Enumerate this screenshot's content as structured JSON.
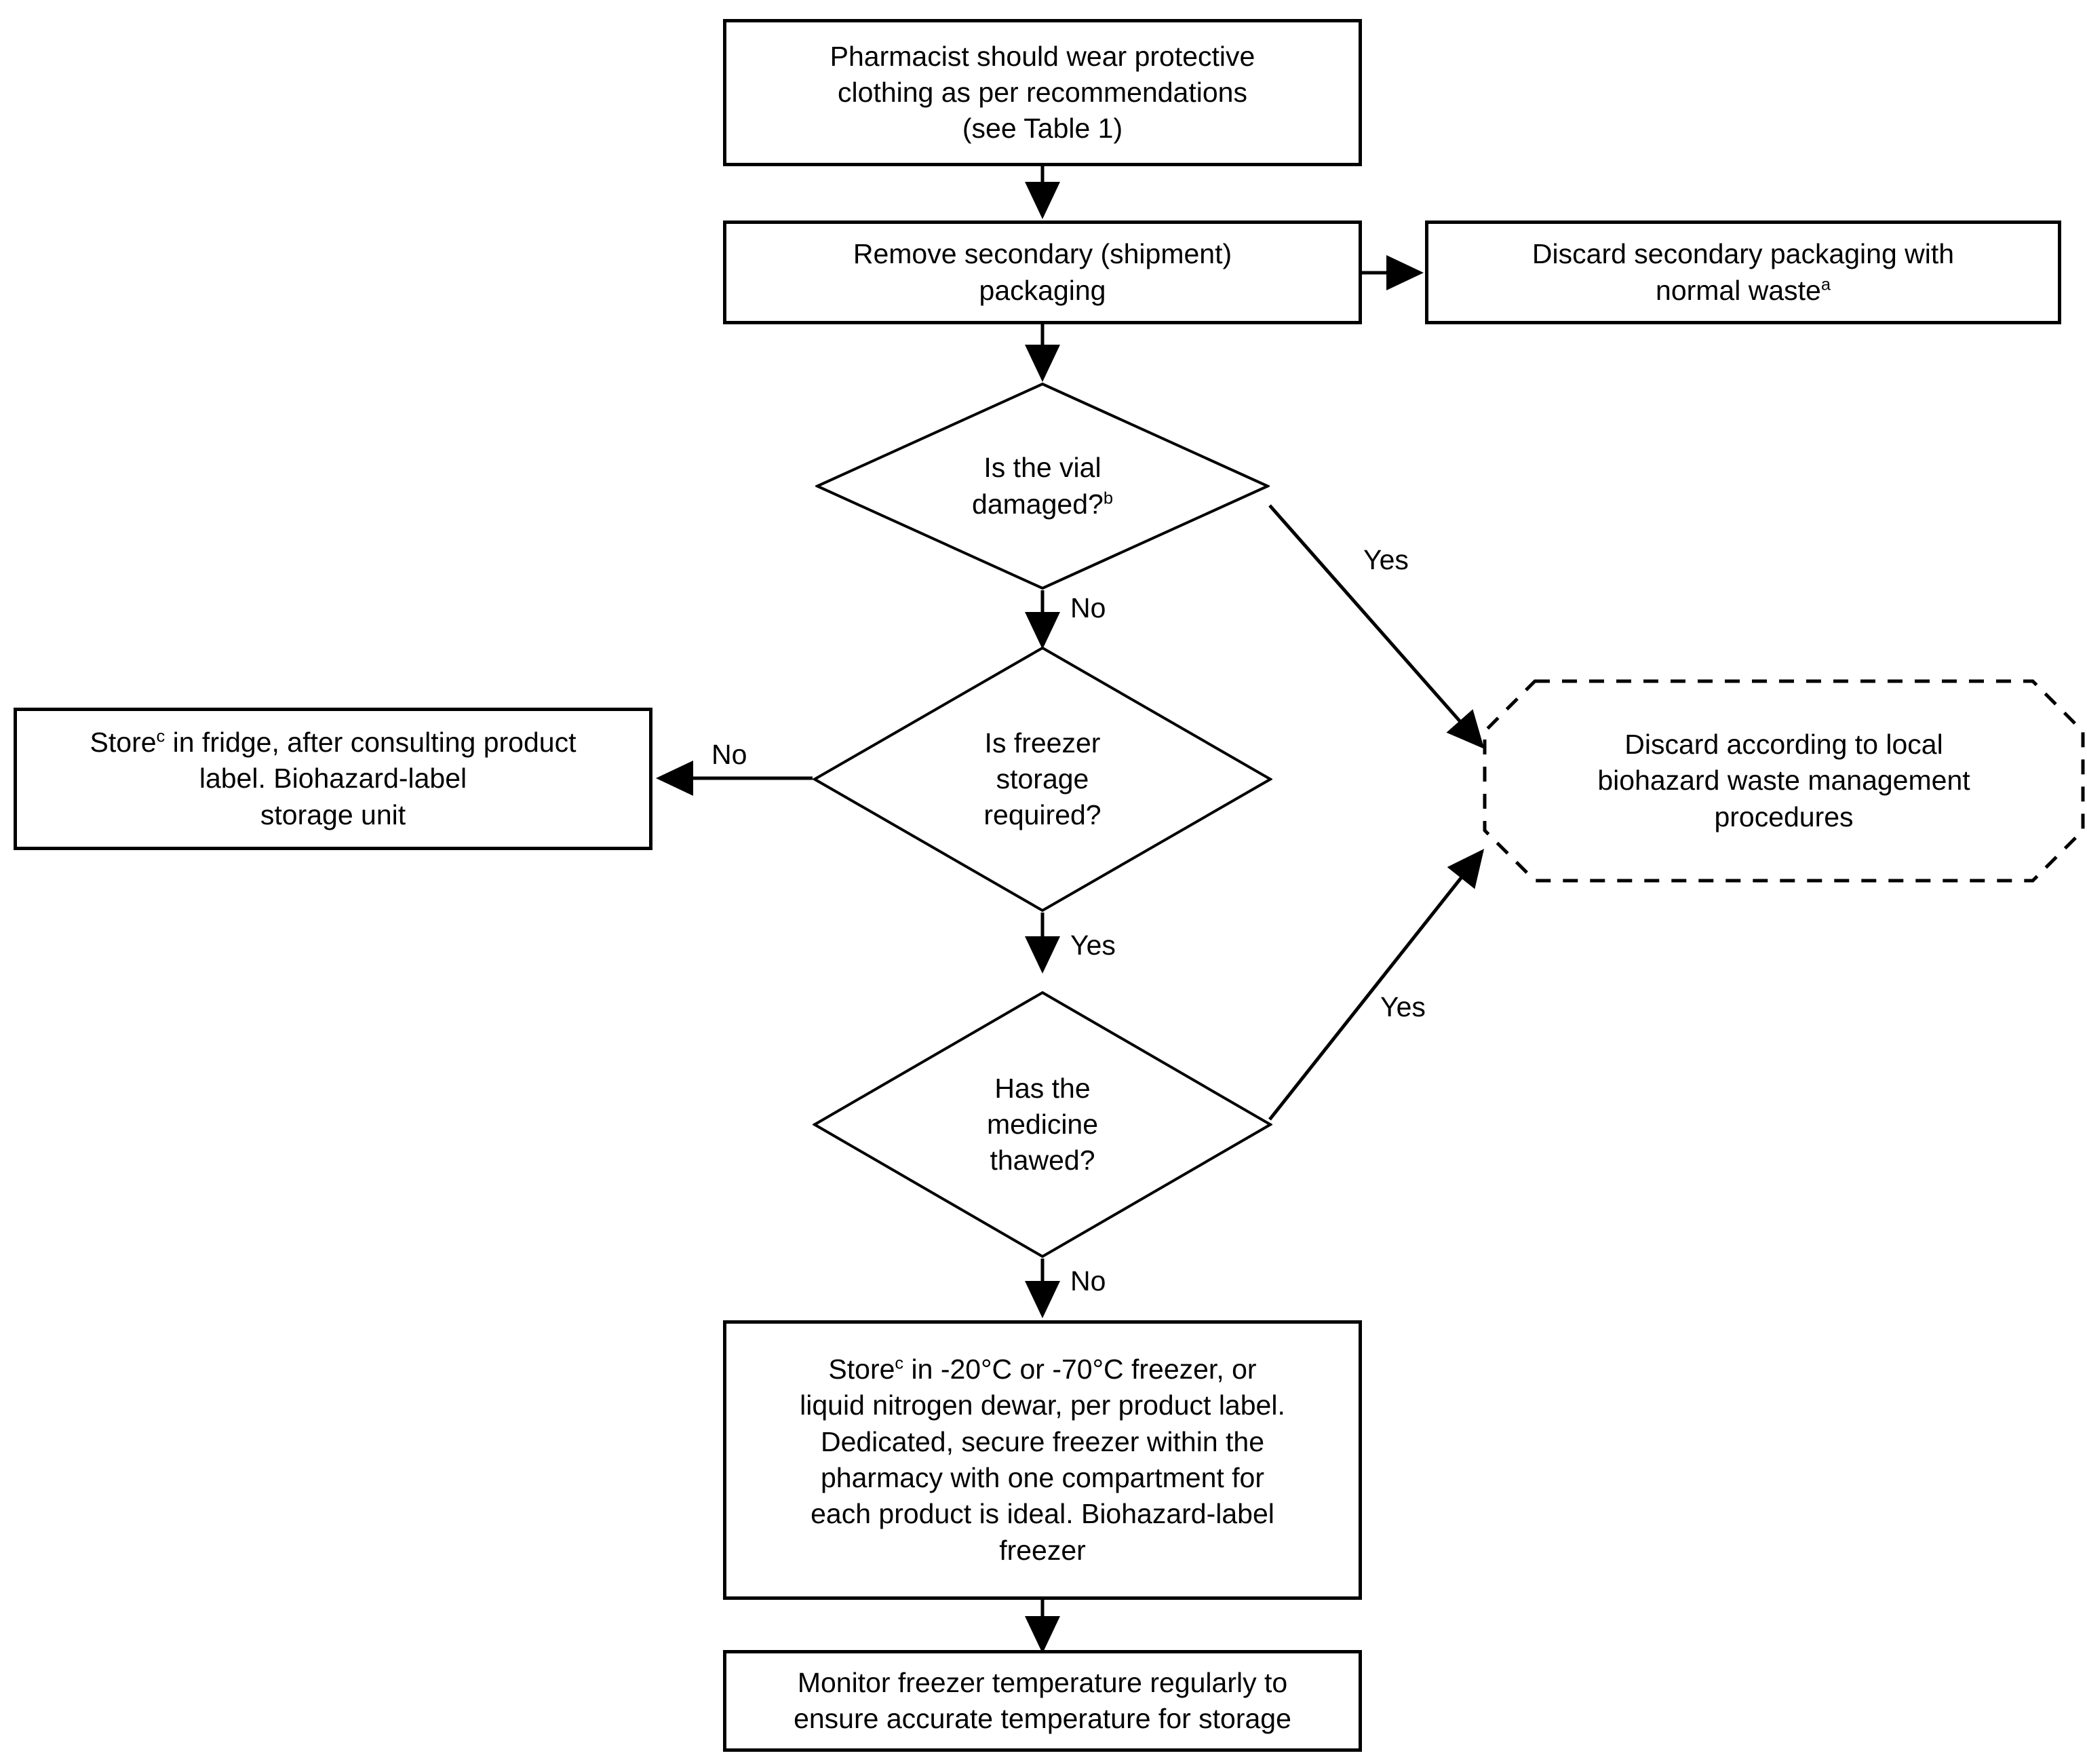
{
  "diagram": {
    "title": "Pharmacy handling and storage flowchart",
    "colors": {
      "stroke": "#000000",
      "text": "#000000",
      "background": "#ffffff"
    },
    "nodes": {
      "protective_clothing": {
        "shape": "process",
        "text": "Pharmacist should wear protective\nclothing as per recommendations\n(see Table 1)"
      },
      "remove_packaging": {
        "shape": "process",
        "text": "Remove secondary (shipment)\npackaging"
      },
      "discard_normal_waste": {
        "shape": "process",
        "text_before": "Discard secondary packaging with\nnormal waste",
        "superscript": "a"
      },
      "vial_damaged": {
        "shape": "decision",
        "text_before": "Is the vial\ndamaged?",
        "superscript": "b"
      },
      "freezer_required": {
        "shape": "decision",
        "text": "Is freezer\nstorage\nrequired?"
      },
      "medicine_thawed": {
        "shape": "decision",
        "text": "Has the\nmedicine\nthawed?"
      },
      "store_fridge": {
        "shape": "process",
        "text_before": "Store",
        "superscript": "c",
        "text_after": " in fridge, after consulting product\nlabel. Biohazard-label\nstorage unit"
      },
      "store_freezer": {
        "shape": "process",
        "text_before": "Store",
        "superscript": "c",
        "text_after": " in -20°C or -70°C freezer, or\nliquid nitrogen dewar, per product label.\nDedicated, secure freezer within the\npharmacy with one compartment for\neach product is ideal. Biohazard-label\nfreezer"
      },
      "monitor_temperature": {
        "shape": "process",
        "text": "Monitor freezer temperature regularly to\nensure accurate temperature for storage"
      },
      "discard_biohazard": {
        "shape": "terminator-dashed",
        "text": "Discard according to local\nbiohazard waste management\nprocedures"
      }
    },
    "edge_labels": {
      "vial_damaged_yes": "Yes",
      "vial_damaged_no": "No",
      "freezer_required_no": "No",
      "freezer_required_yes": "Yes",
      "medicine_thawed_yes": "Yes",
      "medicine_thawed_no": "No"
    }
  }
}
